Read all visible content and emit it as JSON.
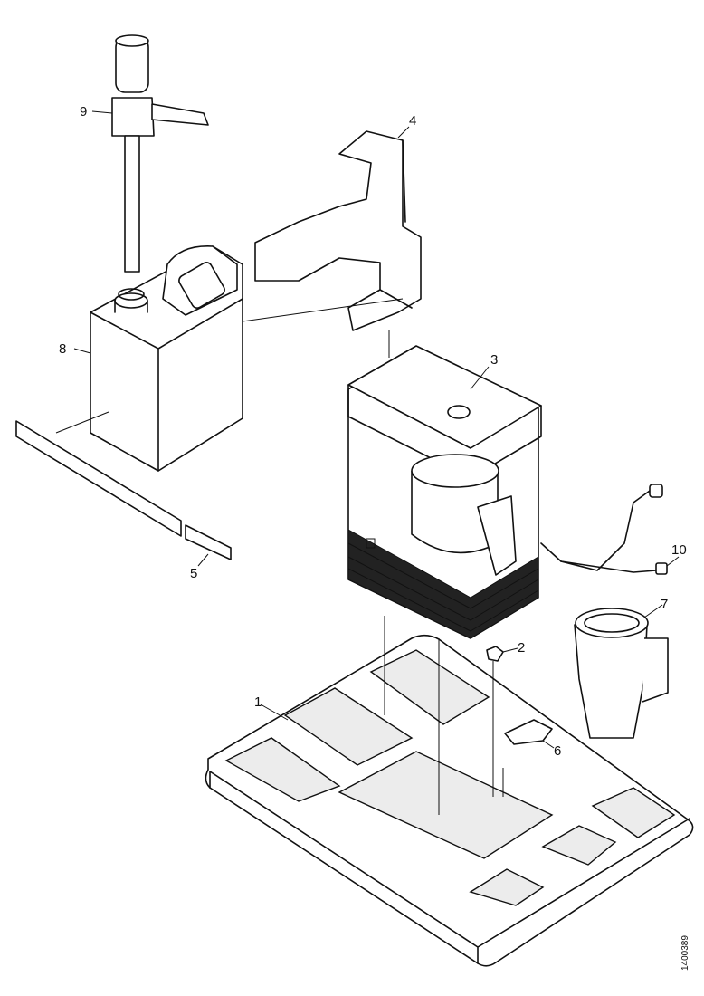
{
  "callouts": {
    "c1": "1",
    "c2": "2",
    "c3": "3",
    "c4": "4",
    "c5": "5",
    "c6": "6",
    "c7": "7",
    "c8": "8",
    "c9": "9",
    "c10": "10"
  },
  "drawing_ref": "1400389"
}
